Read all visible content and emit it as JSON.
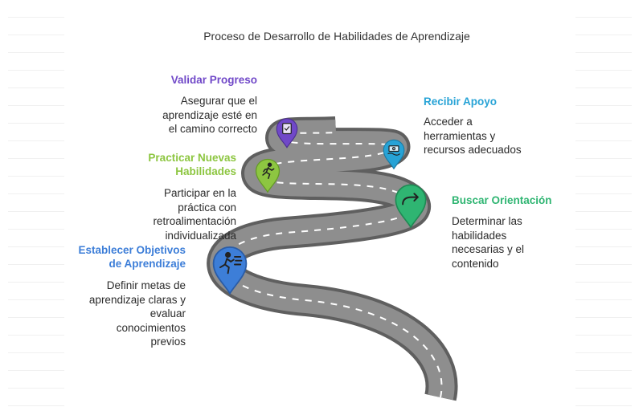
{
  "title": "Proceso de Desarrollo de Habilidades de Aprendizaje",
  "steps": [
    {
      "heading_lines": [
        "Validar Progreso"
      ],
      "desc_lines": [
        "Asegurar que el",
        "aprendizaje esté en",
        "el camino correcto"
      ],
      "color": "#7048c8",
      "icon": "checklist-icon"
    },
    {
      "heading_lines": [
        "Recibir Apoyo"
      ],
      "desc_lines": [
        "Acceder a",
        "herramientas y",
        "recursos adecuados"
      ],
      "color": "#27a3d6",
      "icon": "money-hand-icon"
    },
    {
      "heading_lines": [
        "Practicar Nuevas",
        "Habilidades"
      ],
      "desc_lines": [
        "Participar en la",
        "práctica con",
        "retroalimentación",
        "individualizada"
      ],
      "color": "#8dc641",
      "icon": "runner-icon"
    },
    {
      "heading_lines": [
        "Buscar Orientación"
      ],
      "desc_lines": [
        "Determinar las",
        "habilidades",
        "necesarias y el",
        "contenido"
      ],
      "color": "#2fb572",
      "icon": "return-arrow-icon"
    },
    {
      "heading_lines": [
        "Establecer Objetivos",
        "de Aprendizaje"
      ],
      "desc_lines": [
        "Definir metas de",
        "aprendizaje claras y",
        "evaluar",
        "conocimientos",
        "previos"
      ],
      "color": "#3d7ed8",
      "icon": "sprint-icon"
    }
  ]
}
